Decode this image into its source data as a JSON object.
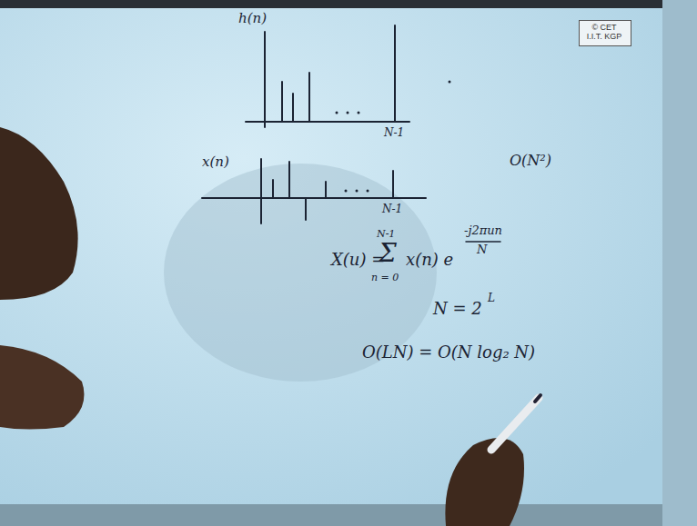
{
  "diagram": {
    "nodes": [
      {
        "text": [
          "© CET I.I.T. KGP"
        ]
      }
    ],
    "labels": [
      "h(n)",
      "N-1",
      "x(n)",
      "N-1",
      "O(N²)",
      "X(u) =",
      "N-1",
      "Σ",
      "n = 0",
      "x(n) e",
      "-j2πun",
      "N",
      "N = 2",
      "L",
      "O(LN) = O(N log₂ N)"
    ]
  }
}
